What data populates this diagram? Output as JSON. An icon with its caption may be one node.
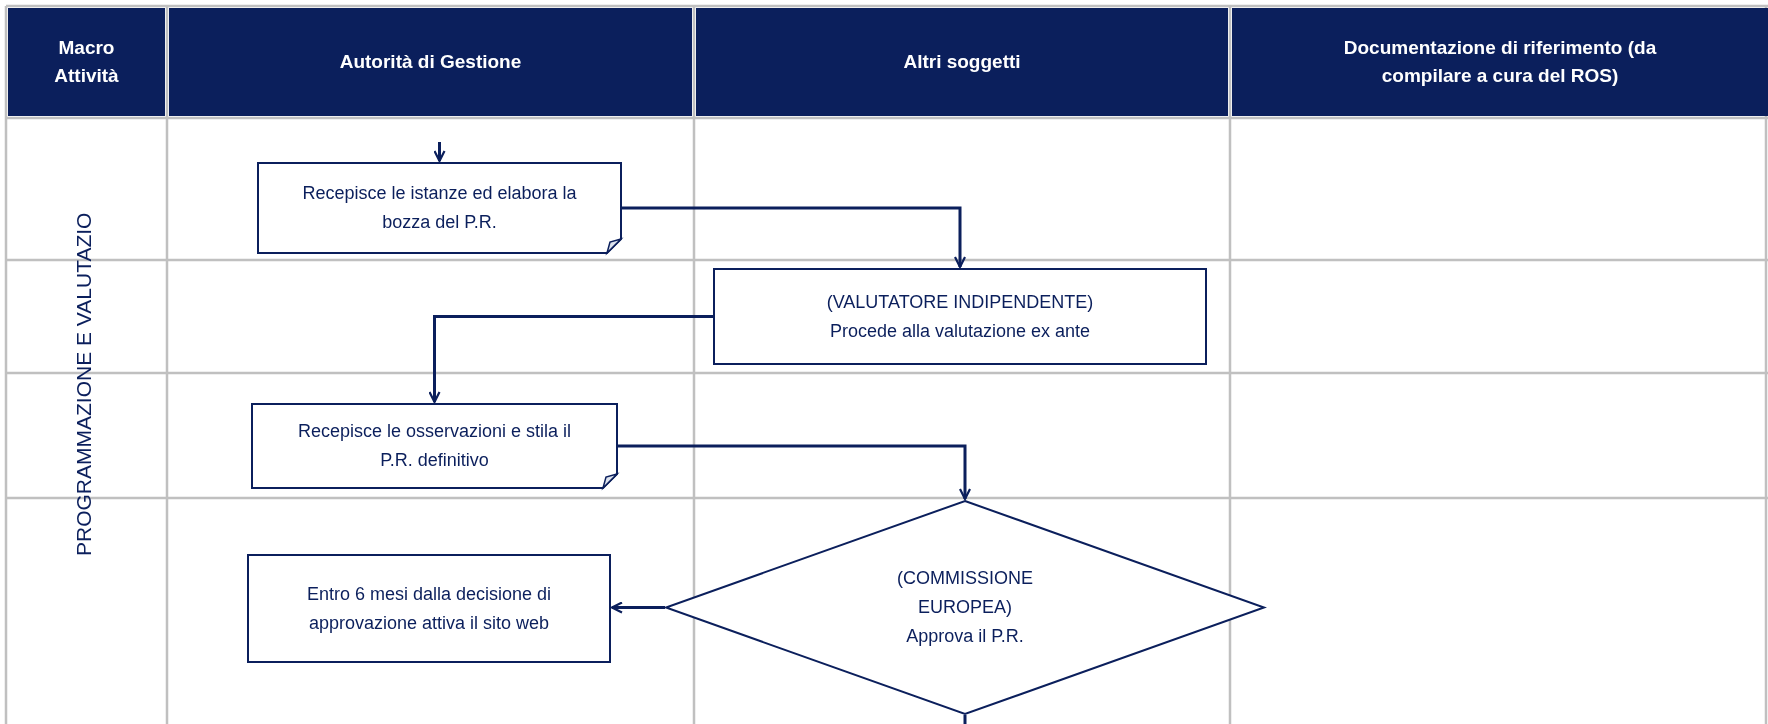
{
  "diagram": {
    "nodes": [
      {
        "text": [
          "Recepisce le istanze ed elabora la bozza del P.R."
        ]
      },
      {
        "text": [
          "(VALUTATORE INDIPENDENTE) Procede alla valutazione ex ante"
        ]
      },
      {
        "text": [
          "Recepisce le osservazioni e stila il P.R. definitivo"
        ]
      },
      {
        "text": [
          "(COMMISSIONE EUROPEA) Approva il P.R."
        ]
      },
      {
        "text": [
          "Entro 6 mesi dalla decisione di approvazione attiva il sito web"
        ]
      }
    ],
    "edges": [
      {
        "from": null,
        "to": 0,
        "arrow": "to"
      },
      {
        "from": 0,
        "to": 1,
        "arrow": "to"
      },
      {
        "from": 1,
        "to": 2,
        "arrow": "to"
      },
      {
        "from": 2,
        "to": 3,
        "arrow": "to"
      },
      {
        "from": 3,
        "to": 4,
        "arrow": "to"
      },
      {
        "from": 3,
        "to": null,
        "arrow": "none"
      }
    ],
    "labels": [
      "Macro Attività",
      "Autorità di Gestione",
      "Altri soggetti",
      "Documentazione di riferimento (da compilare a cura del ROS)",
      "PROGRAMMAZIONE E VALUTAZIO"
    ]
  }
}
